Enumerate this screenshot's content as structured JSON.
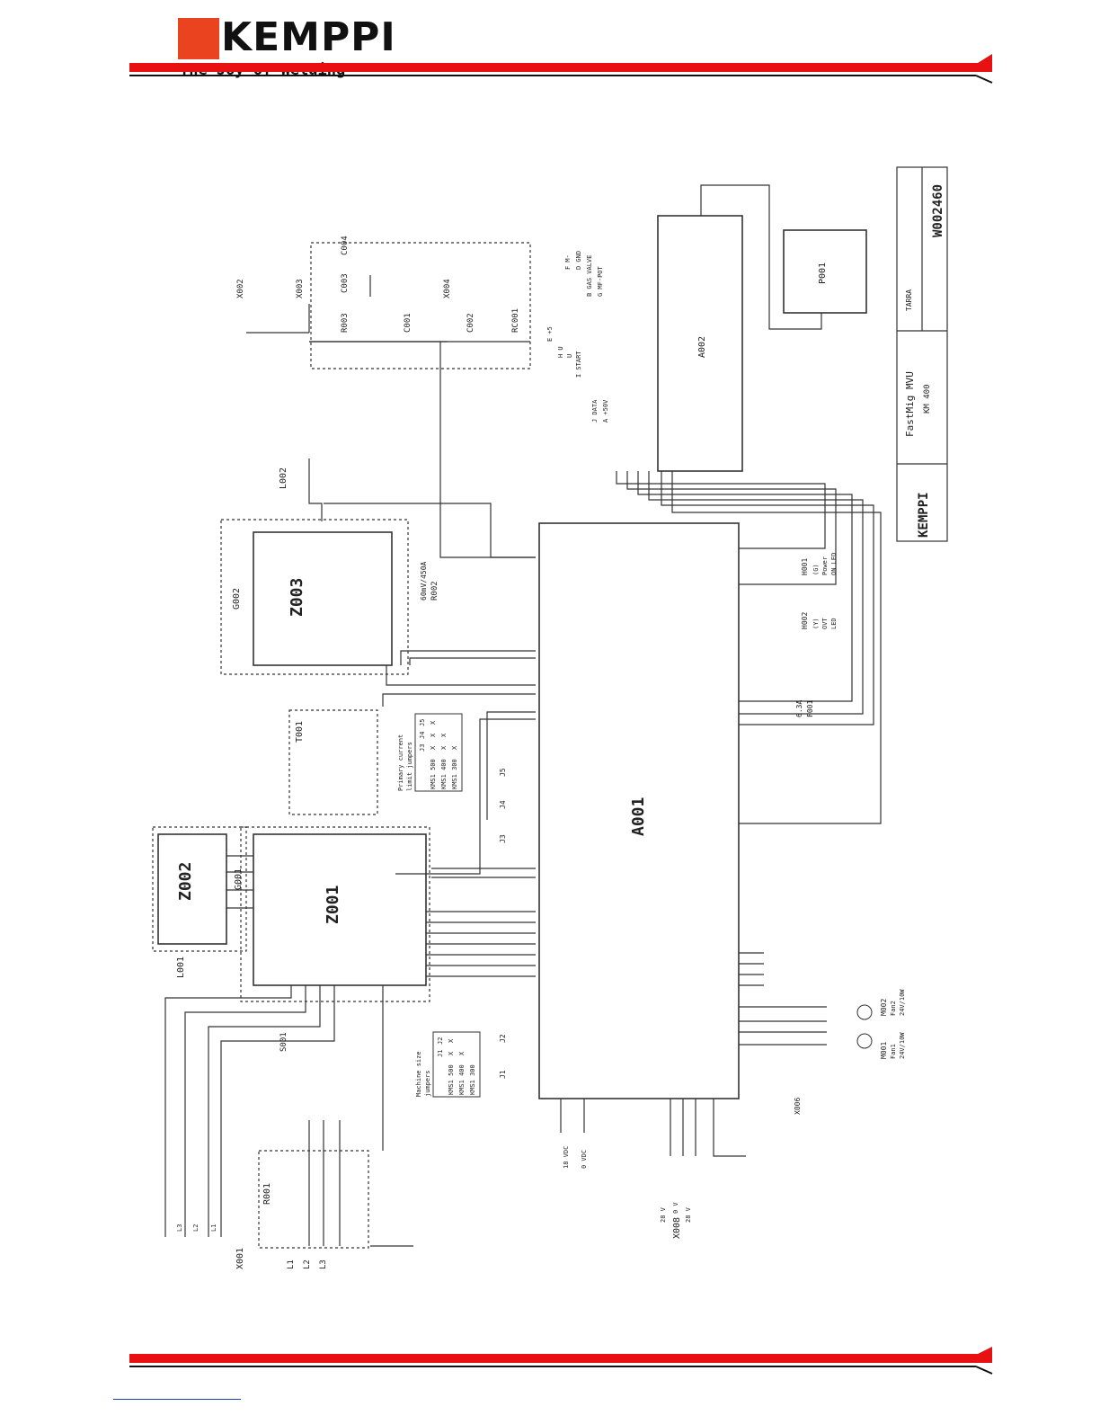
{
  "header": {
    "brand": "KEMPPI",
    "tagline": "The Joy of Welding",
    "accent_color": "#e81010",
    "badge_color": "#e9431f"
  },
  "labels": {
    "z001": "Z001",
    "z002": "Z002",
    "z003": "Z003",
    "a001": "A001",
    "a002": "A002",
    "p001": "P001",
    "g001": "G001",
    "g002": "G002",
    "l001": "L001",
    "l002": "L002",
    "t001": "T001",
    "r001": "R001",
    "r002": "R002",
    "r003": "R003",
    "c001": "C001",
    "c002": "C002",
    "c003": "C003",
    "c004": "C004",
    "rc001": "RC001",
    "x001": "X001",
    "x002": "X002",
    "x003": "X003",
    "x004": "X004",
    "x006": "X006",
    "x008": "X008",
    "s001": "S001",
    "h001": "H001",
    "h002": "H002",
    "m001": "M001",
    "m002": "M002",
    "f001": "F001",
    "f001_rating": "6.3A",
    "r002_rating": "60mV/450A",
    "h001_desc": [
      "(G)",
      "Power",
      "ON LED"
    ],
    "h002_desc": [
      "(Y)",
      "OVT",
      "LED"
    ],
    "m001_desc": [
      "Fan1",
      "24V/10W"
    ],
    "m002_desc": [
      "Fan2",
      "24V/10W"
    ],
    "j1": "J1",
    "j2": "J2",
    "j3": "J3",
    "j4": "J4",
    "j5": "J5",
    "line_inputs": [
      "L1",
      "L2",
      "L3"
    ],
    "mains_in": [
      "L1",
      "L2",
      "L3"
    ],
    "x008_voltages": [
      "28 V",
      "0 V",
      "28 V"
    ],
    "vdc_labels": [
      "18 VDC",
      "0 VDC"
    ],
    "a002_signals": [
      "A +50V",
      "J DATA",
      "I START",
      "U",
      "H U",
      "E +5",
      "G MF-POT",
      "B GAS VALVE",
      "D GND",
      "F M-"
    ]
  },
  "jumper_table_primary": {
    "title": [
      "Primary current",
      "limit jumpers"
    ],
    "headers": [
      "",
      "J3",
      "J4",
      "J5"
    ],
    "rows": [
      [
        "KMS1 500",
        "X",
        "X",
        "X"
      ],
      [
        "KMS1 400",
        "X",
        "X",
        ""
      ],
      [
        "KMS1 300",
        "X",
        "",
        ""
      ]
    ]
  },
  "jumper_table_machine": {
    "title": [
      "Machine size",
      "jumpers"
    ],
    "headers": [
      "",
      "J1",
      "J2"
    ],
    "rows": [
      [
        "KMS1 500",
        "X",
        "X"
      ],
      [
        "KMS1 400",
        "X",
        ""
      ],
      [
        "KMS1 300",
        "",
        ""
      ]
    ]
  },
  "title_block": {
    "product": "FastMig MVU",
    "model": "KM 400",
    "tarra": "TARRA",
    "doc_number": "W002460",
    "company": "KEMPPI"
  }
}
